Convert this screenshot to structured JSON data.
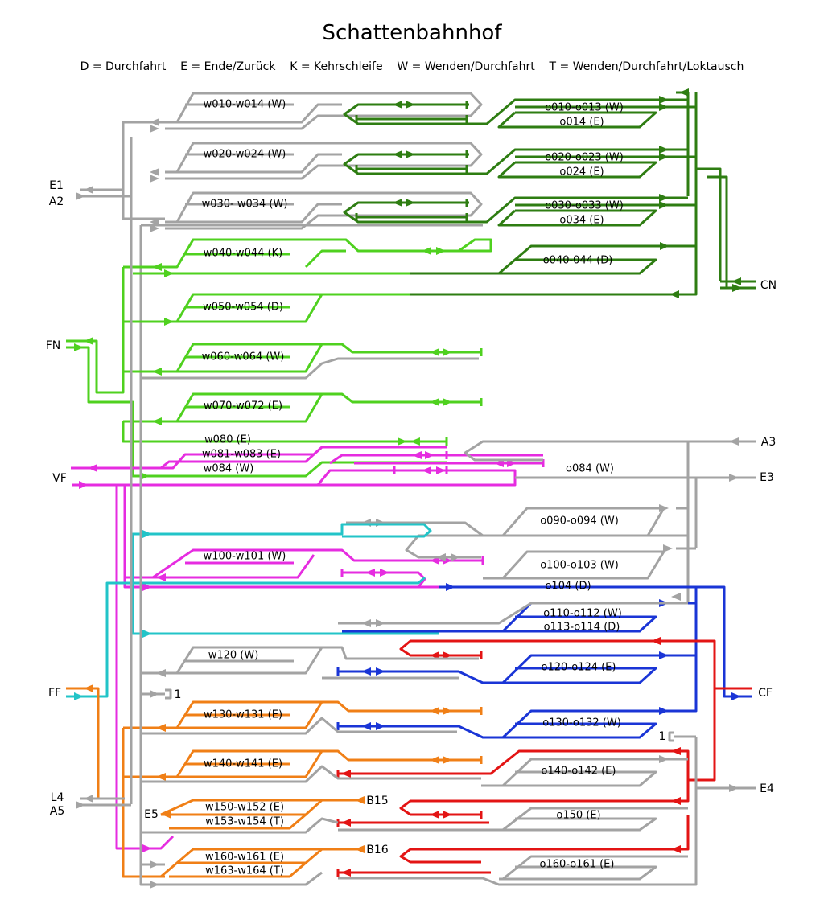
{
  "title": "Schattenbahnhof",
  "legend": "D = Durchfahrt    E = Ende/Zurück    K = Kehrschleife    W = Wenden/Durchfahrt    T = Wenden/Durchfahrt/Loktausch",
  "colors": {
    "gray": "#a3a3a3",
    "darkgreen": "#2e7d12",
    "lightgreen": "#4fd11f",
    "magenta": "#e62ce0",
    "cyan": "#22c4c8",
    "blue": "#1a35d6",
    "red": "#e31414",
    "orange": "#f07f16"
  },
  "ports": [
    "E1",
    "A2",
    "CN",
    "FN",
    "A3",
    "VF",
    "E3",
    "FF",
    "CF",
    "1",
    "1",
    "L4",
    "A5",
    "E4",
    "E5",
    "B15",
    "B16"
  ],
  "track_labels": [
    "w010-w014 (W)",
    "o010-o013 (W)",
    "o014 (E)",
    "w020-w024 (W)",
    "o020-o023 (W)",
    "o024 (E)",
    "w030- w034 (W)",
    "o030-o033 (W)",
    "o034 (E)",
    "w040-w044 (K)",
    "o040-044 (D)",
    "w050-w054 (D)",
    "w060-w064 (W)",
    "w070-w072 (E)",
    "w080 (E)",
    "w081-w083 (E)",
    "w084 (W)",
    "o084 (W)",
    "o090-o094 (W)",
    "w100-w101 (W)",
    "o100-o103 (W)",
    "o104 (D)",
    "o110-o112 (W)",
    "o113-o114 (D)",
    "w120 (W)",
    "o120-o124 (E)",
    "w130-w131 (E)",
    "o130-o132 (W)",
    "w140-w141 (E)",
    "o140-o142 (E)",
    "w150-w152 (E)",
    "w153-w154 (T)",
    "o150 (E)",
    "w160-w161 (E)",
    "w163-w164 (T)",
    "o160-o161 (E)"
  ]
}
